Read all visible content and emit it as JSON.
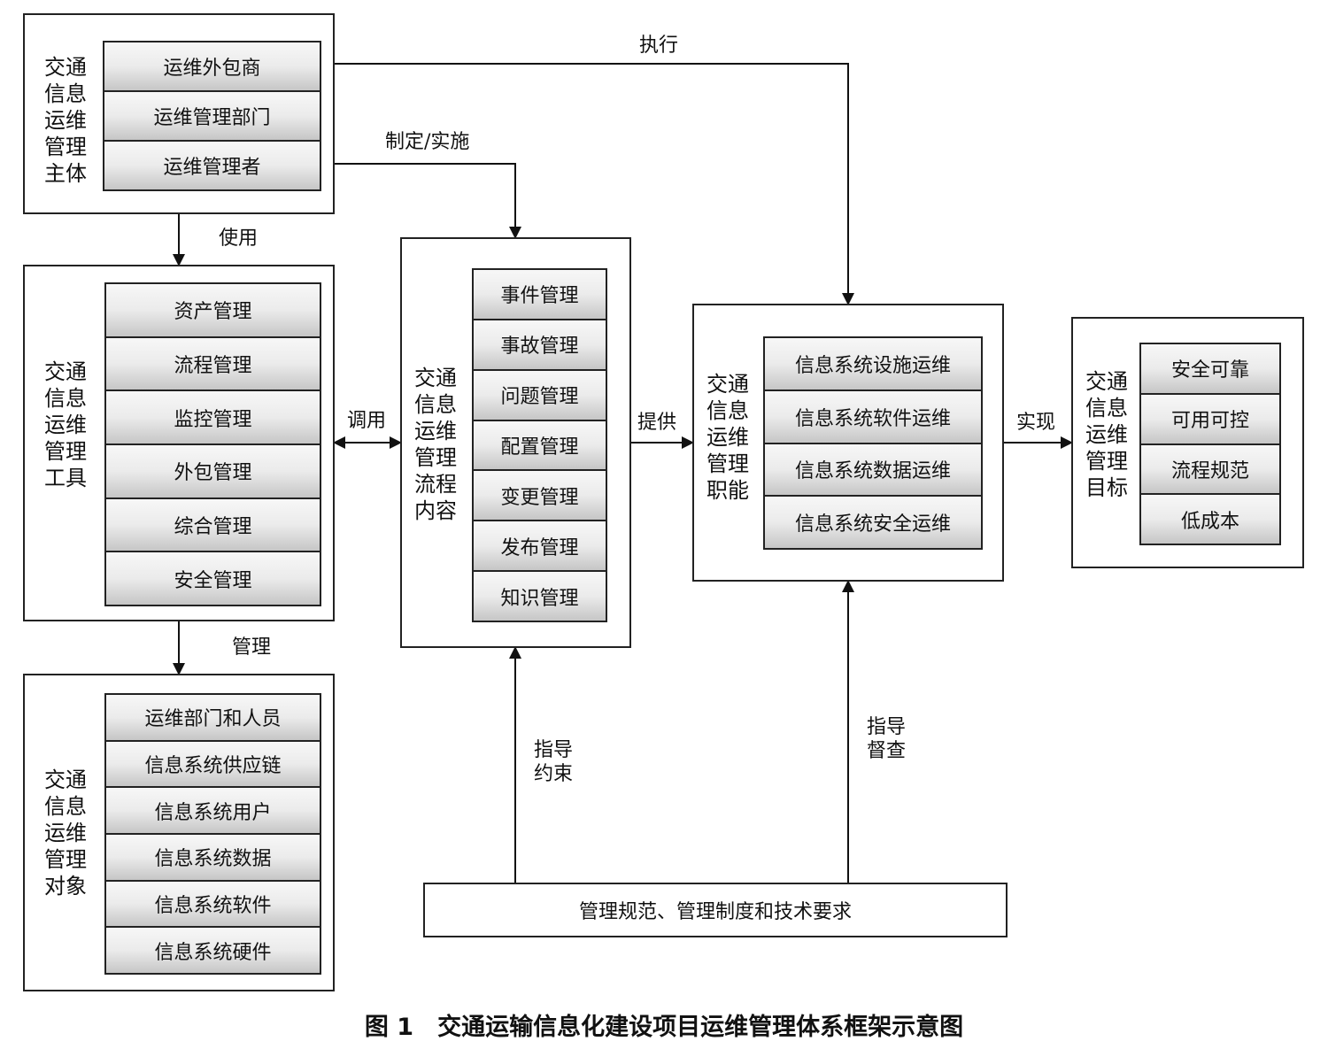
{
  "subject": {
    "title": [
      "交通",
      "信息",
      "运维",
      "管理",
      "主体"
    ],
    "items": [
      "运维外包商",
      "运维管理部门",
      "运维管理者"
    ]
  },
  "tools": {
    "title": [
      "交通",
      "信息",
      "运维",
      "管理",
      "工具"
    ],
    "items": [
      "资产管理",
      "流程管理",
      "监控管理",
      "外包管理",
      "综合管理",
      "安全管理"
    ]
  },
  "objects": {
    "title": [
      "交通",
      "信息",
      "运维",
      "管理",
      "对象"
    ],
    "items": [
      "运维部门和人员",
      "信息系统供应链",
      "信息系统用户",
      "信息系统数据",
      "信息系统软件",
      "信息系统硬件"
    ]
  },
  "process": {
    "title": [
      "交通",
      "信息",
      "运维",
      "管理",
      "流程",
      "内容"
    ],
    "items": [
      "事件管理",
      "事故管理",
      "问题管理",
      "配置管理",
      "变更管理",
      "发布管理",
      "知识管理"
    ]
  },
  "functions": {
    "title": [
      "交通",
      "信息",
      "运维",
      "管理",
      "职能"
    ],
    "items": [
      "信息系统设施运维",
      "信息系统软件运维",
      "信息系统数据运维",
      "信息系统安全运维"
    ]
  },
  "goals": {
    "title": [
      "交通",
      "信息",
      "运维",
      "管理",
      "目标"
    ],
    "items": [
      "安全可靠",
      "可用可控",
      "流程规范",
      "低成本"
    ]
  },
  "base": "管理规范、管理制度和技术要求",
  "edges": {
    "execute": "执行",
    "formulate": "制定/实施",
    "use": "使用",
    "manage": "管理",
    "invoke": "调用",
    "provide": "提供",
    "achieve": "实现",
    "guide_constrain": [
      "指导",
      "约束"
    ],
    "guide_supervise": [
      "指导",
      "督查"
    ]
  },
  "caption": "图 1　交通运输信息化建设项目运维管理体系框架示意图"
}
